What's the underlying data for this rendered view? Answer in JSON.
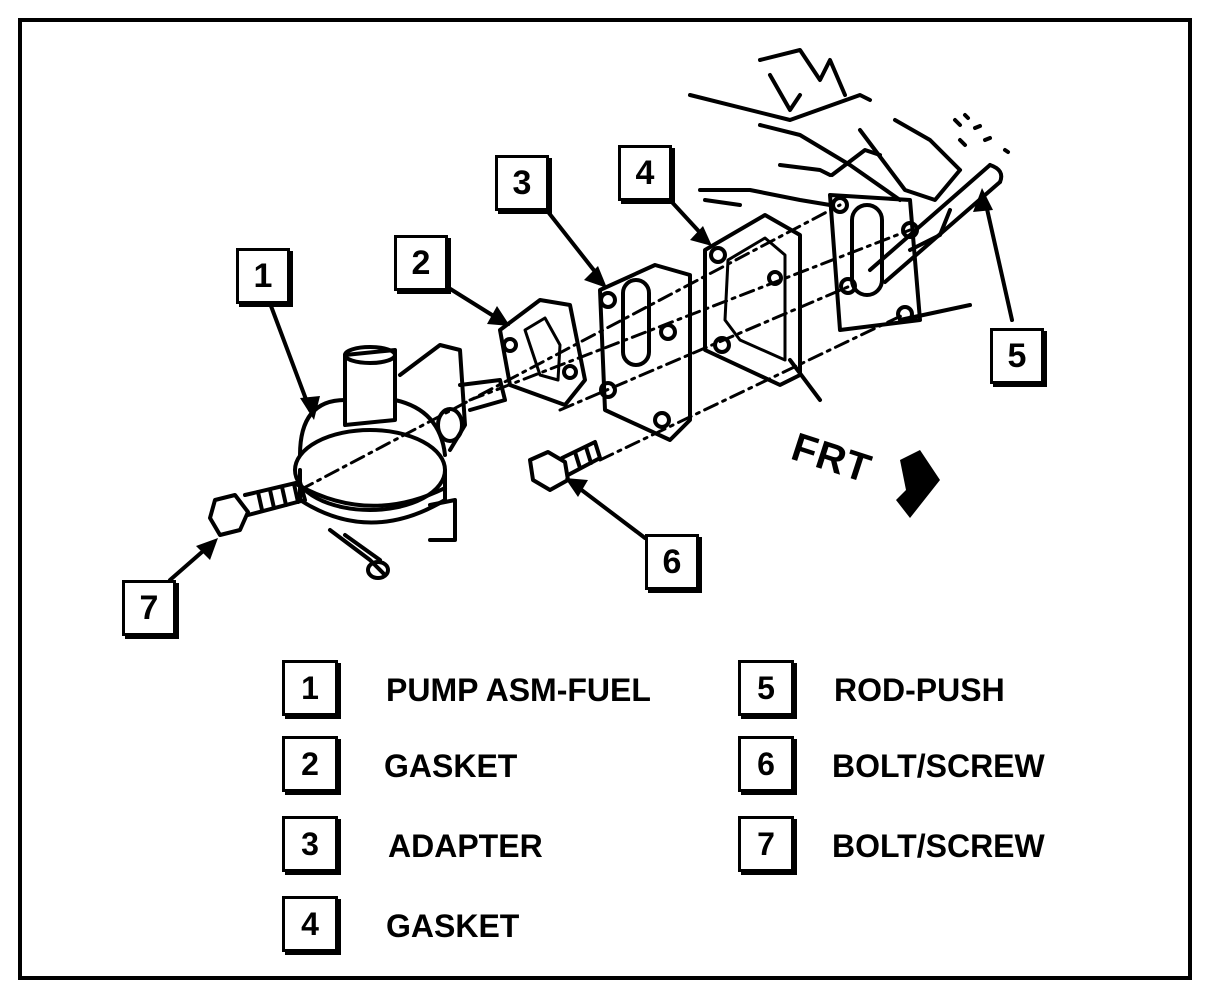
{
  "diagram": {
    "callouts": [
      "1",
      "2",
      "3",
      "4",
      "5",
      "6",
      "7"
    ],
    "direction_label": "FRT"
  },
  "legend": [
    {
      "num": "1",
      "label": "PUMP ASM-FUEL"
    },
    {
      "num": "2",
      "label": "GASKET"
    },
    {
      "num": "3",
      "label": "ADAPTER"
    },
    {
      "num": "4",
      "label": "GASKET"
    },
    {
      "num": "5",
      "label": "ROD-PUSH"
    },
    {
      "num": "6",
      "label": "BOLT/SCREW"
    },
    {
      "num": "7",
      "label": "BOLT/SCREW"
    }
  ]
}
